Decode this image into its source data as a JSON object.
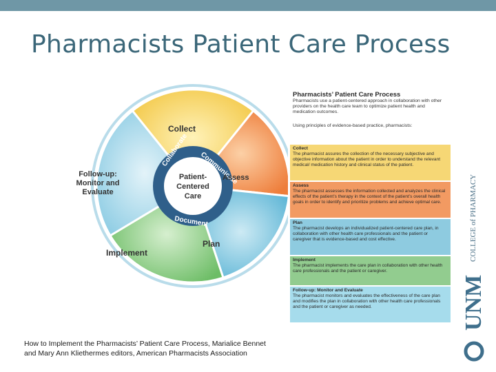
{
  "slide": {
    "title": "Pharmacists Patient Care Process",
    "caption_line1": "How to Implement the Pharmacists’ Patient Care Process, Marialice Bennet",
    "caption_line2": "and Mary Ann Kliethermes editors, American Pharmacists Association"
  },
  "wheel": {
    "segments": [
      "Collect",
      "Assess",
      "Plan",
      "Implement",
      "Follow-up: Monitor and Evaluate"
    ],
    "center_lines": [
      "Patient-",
      "Centered",
      "Care"
    ],
    "ring_words": [
      "Collaborate",
      "Communicate",
      "Document"
    ]
  },
  "panel": {
    "title": "Pharmacists’ Patient Care Process",
    "intro": "Pharmacists use a patient-centered approach in collaboration with other providers on the health care team to optimize patient health and medication outcomes.",
    "using": "Using principles of evidence-based practice, pharmacists:",
    "steps": [
      {
        "title": "Collect",
        "text": "The pharmacist assures the collection of the necessary subjective and objective information about the patient in order to understand the relevant medical/ medication history and clinical status of the patient."
      },
      {
        "title": "Assess",
        "text": "The pharmacist assesses the information collected and analyzes the clinical effects of the patient’s therapy in the context of the patient’s overall health goals in order to identify and prioritize problems and achieve optimal care."
      },
      {
        "title": "Plan",
        "text": "The pharmacist develops an individualized patient-centered care plan, in collaboration with other health care professionals and the patient or caregiver that is evidence-based and cost effective."
      },
      {
        "title": "Implement",
        "text": "The pharmacist implements the care plan in collaboration with other health care professionals and the patient or caregiver."
      },
      {
        "title": "Follow-up: Monitor and Evaluate",
        "text": "The pharmacist monitors and evaluates the effectiveness of the care plan and modifies the plan in collaboration with other health care professionals and the patient or caregiver as needed."
      }
    ]
  },
  "logo": {
    "unm": "UNM",
    "college": "COLLEGE of PHARMACY"
  },
  "colors": {
    "topbar": "#6f97a6",
    "title": "#3a6678",
    "collect": "#f6d775",
    "assess": "#f29a62",
    "plan": "#8ecbe0",
    "implement": "#92cc8f",
    "follow": "#a6dcec",
    "center": "#2f5f8a"
  }
}
